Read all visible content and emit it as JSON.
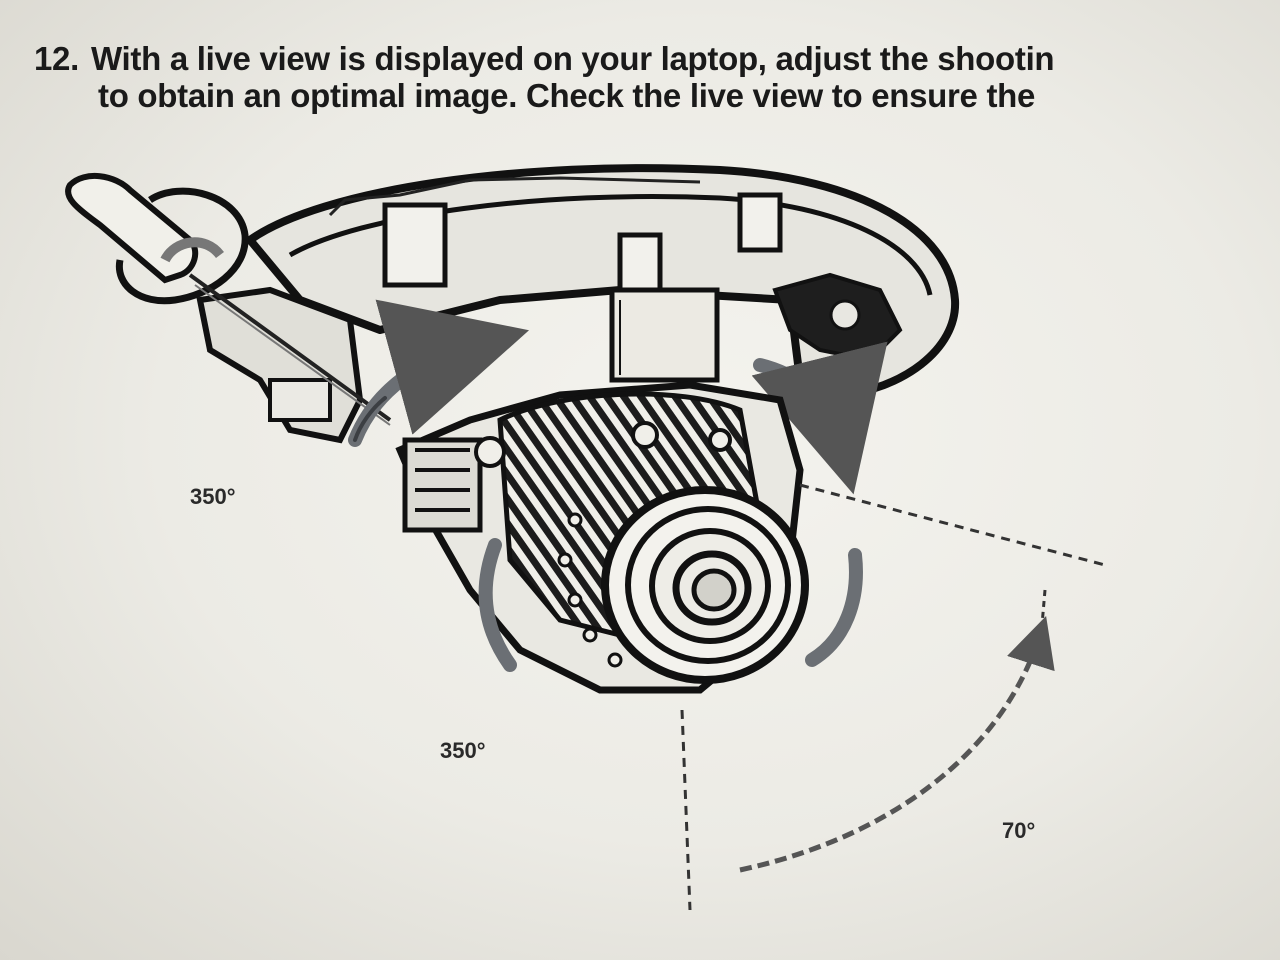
{
  "instruction": {
    "number": "12.",
    "line1": "With a live view is displayed on your laptop, adjust the shootin",
    "line2": "to obtain an optimal image. Check the live view to ensure the"
  },
  "angles": {
    "pan": "350°",
    "rotation": "350°",
    "tilt": "70°"
  }
}
